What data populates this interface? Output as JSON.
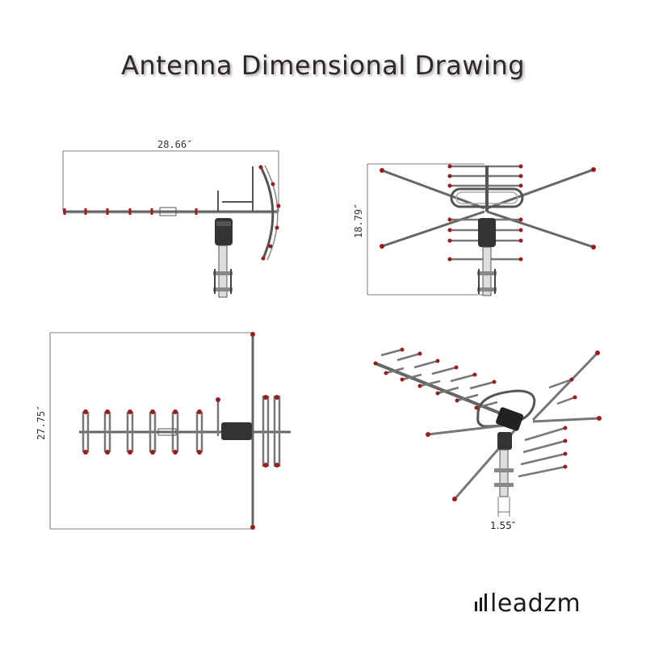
{
  "title": "Antenna Dimensional Drawing",
  "dimensions": {
    "side_width": "28.66″",
    "back_height": "18.79″",
    "top_height": "27.75″",
    "mast_width": "1.55″"
  },
  "brand": {
    "name": "leadzm",
    "logo_icon": "leadzm-bars-logo-icon"
  },
  "colors": {
    "element_tip": "#9a1c1c",
    "frame": "#444444",
    "housing": "#333333"
  }
}
